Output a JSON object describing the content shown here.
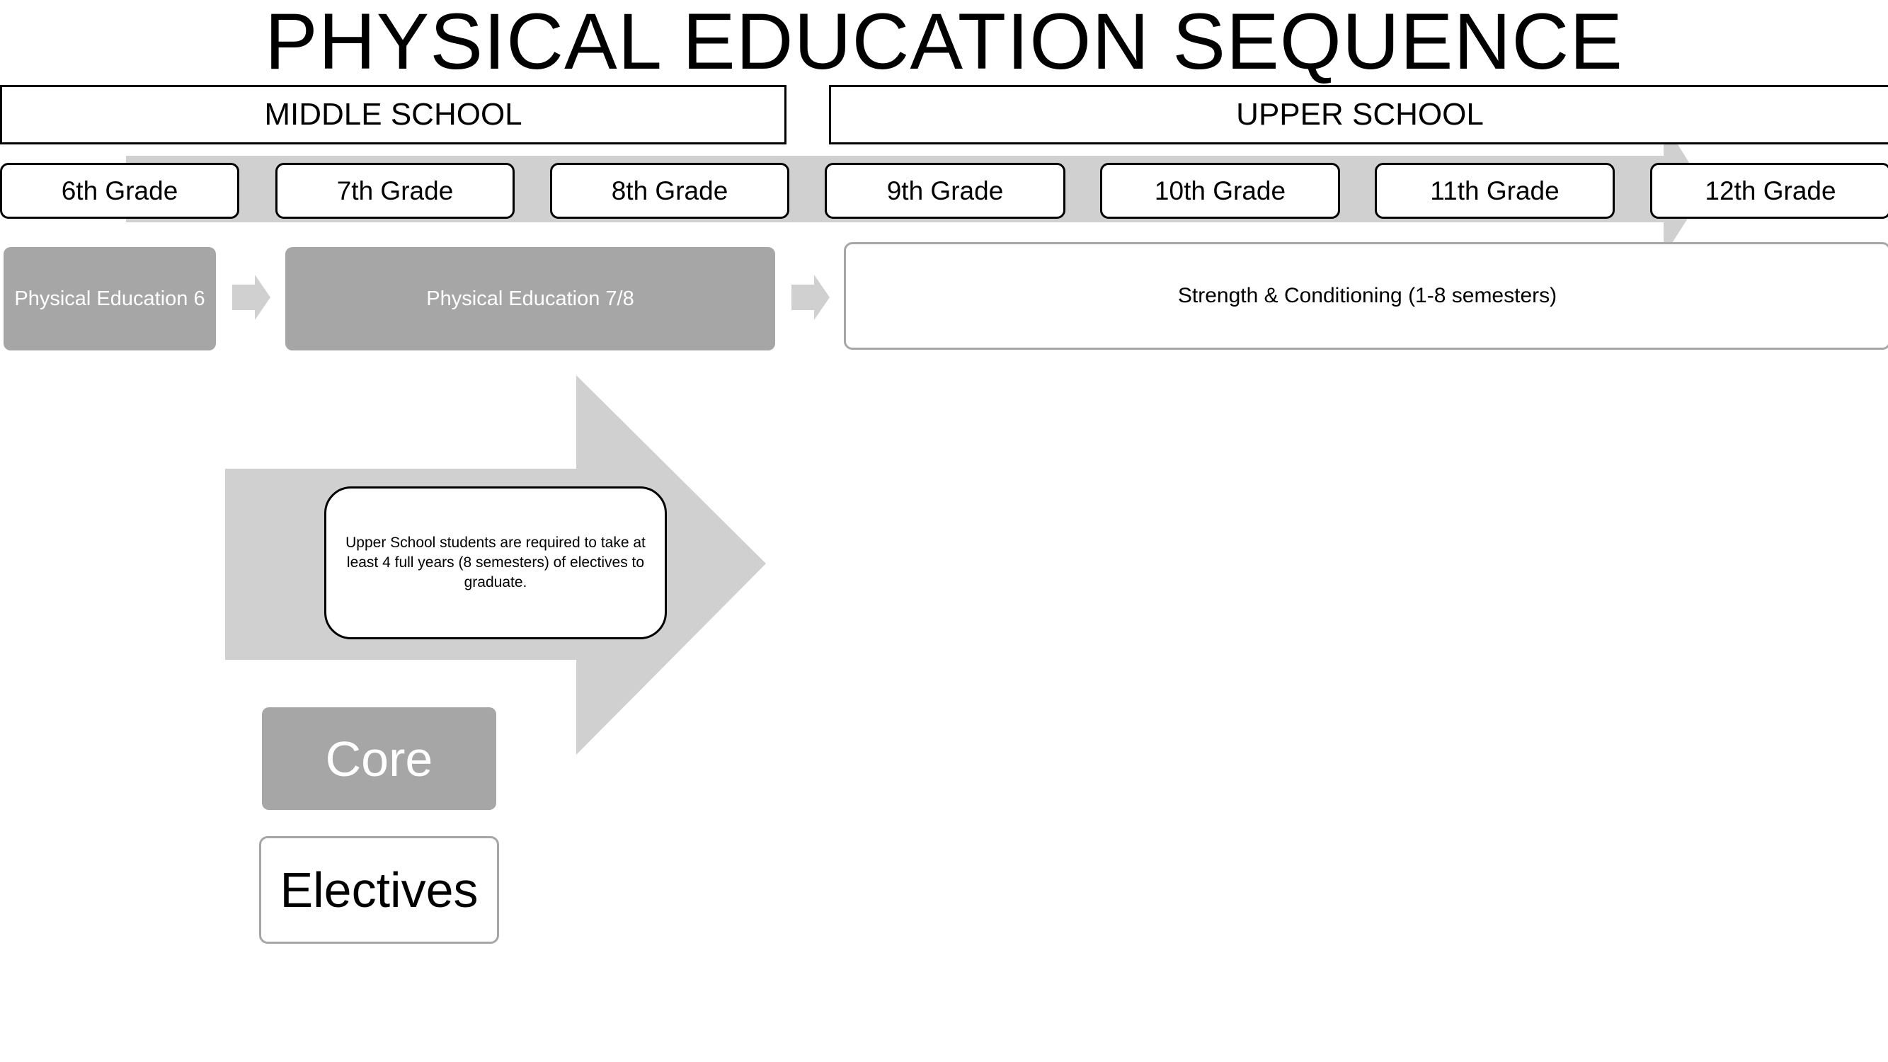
{
  "title": "PHYSICAL EDUCATION SEQUENCE",
  "sections": {
    "middle_school": "MIDDLE SCHOOL",
    "upper_school": "UPPER SCHOOL"
  },
  "grades": [
    "6th Grade",
    "7th Grade",
    "8th Grade",
    "9th Grade",
    "10th Grade",
    "11th Grade",
    "12th Grade"
  ],
  "courses": {
    "pe6": "Physical Education 6",
    "pe78": "Physical Education 7/8",
    "strength": "Strength & Conditioning (1-8 semesters)"
  },
  "note": "Upper School students are required to take at least 4 full years (8 semesters) of electives to graduate.",
  "legend": {
    "core": "Core",
    "electives": "Electives"
  },
  "colors": {
    "core_fill": "#a6a6a6",
    "arrow_fill": "#d0d0d0",
    "elective_border": "#a6a6a6"
  }
}
